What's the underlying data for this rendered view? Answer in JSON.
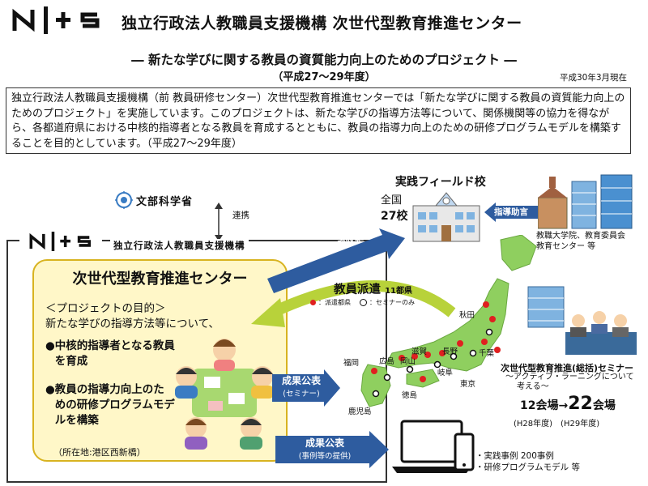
{
  "header": {
    "logo_text": "N|TS",
    "title": "独立行政法人教職員支援機構 次世代型教育推進センター"
  },
  "project": {
    "title": "― 新たな学びに関する教員の資質能力向上のためのプロジェクト ―",
    "period": "（平成27～29年度）",
    "as_of": "平成30年3月現在"
  },
  "intro": "独立行政法人教職員支援機構（前 教員研修センター）次世代型教育推進センターでは「新たな学びに関する教員の資質能力向上のためのプロジェクト」を実施しています。このプロジェクトは、新たな学びの指導方法等について、関係機関等の協力を得ながら、各都道府県における中核的指導者となる教員を育成するとともに、教員の指導力向上のための研修プログラムモデルを構築することを目的としています。（平成27～29年度）",
  "mext": {
    "name": "文部科学省",
    "link_label": "連携"
  },
  "nits": {
    "logo_text": "N|TS",
    "name": "独立行政法人教職員支援機構"
  },
  "center": {
    "title": "次世代型教育推進センター",
    "purpose_heading": "＜プロジェクトの目的＞",
    "purpose_text": "新たな学びの指導方法等について、",
    "bullet1": "中核的指導者となる教員を育成",
    "bullet2": "教員の指導力向上のための研修プログラムモデルを構築",
    "location": "（所在地:港区西新橋）"
  },
  "field_schools": {
    "title": "実践フィールド校",
    "scope": "全国",
    "count": "27校"
  },
  "arrows": {
    "advice_collection": "指導助言・事例収集",
    "advice": "指導助言",
    "results_seminar": "成果公表",
    "results_seminar_sub": "(セミナー)",
    "results_cases": "成果公表",
    "results_cases_sub": "(事例等の提供)"
  },
  "partners": {
    "label1": "教職大学院、教育委員会",
    "label2": "教育センター 等"
  },
  "dispatch": {
    "label": "教員派遣",
    "count": "11都県",
    "legend_dispatch": "：派遣都県",
    "legend_seminar": "：セミナーのみ"
  },
  "prefectures": [
    "秋田",
    "千葉",
    "長野",
    "滋賀",
    "東京",
    "広島",
    "岡山",
    "福岡",
    "岐阜",
    "徳島",
    "鹿児島"
  ],
  "seminar": {
    "title": "次世代型教育推進(総括)セミナー",
    "subtitle1": "～アクティブ・ラーニングについて",
    "subtitle2": "考える～",
    "count_from": "12会場→",
    "count_to": "22",
    "count_unit": "会場",
    "years": "(H28年度)　(H29年度)"
  },
  "outputs": {
    "item1": "・実践事例 200事例",
    "item2": "・研修プログラムモデル 等"
  },
  "colors": {
    "arrow_blue": "#2e5c9f",
    "box_yellow": "#fff7c8",
    "japan_green": "#8fcf5f",
    "dispatch_red": "#e02020"
  }
}
